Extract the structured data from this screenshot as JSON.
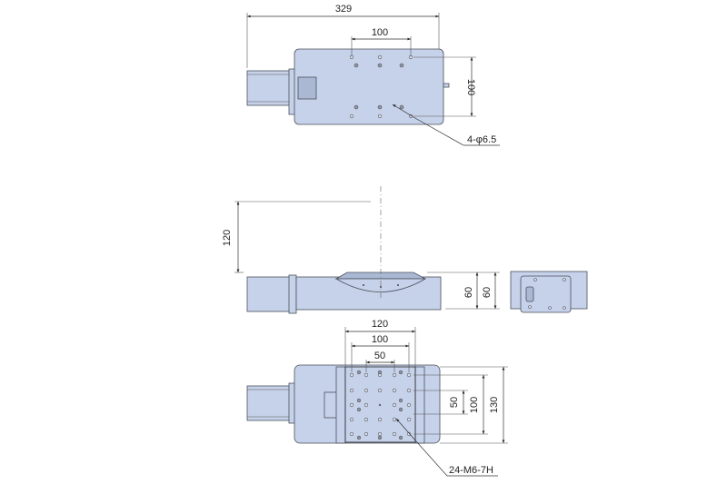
{
  "top_view": {
    "overall_length": "329",
    "hole_spacing_x": "100",
    "hole_spacing_y": "100",
    "hole_callout": "4-φ6.5"
  },
  "side_view": {
    "travel_height": "120",
    "height_a": "60",
    "height_b": "60"
  },
  "bottom_view": {
    "width_120": "120",
    "width_100": "100",
    "width_50": "50",
    "height_50": "50",
    "height_100": "100",
    "height_130": "130",
    "thread_callout": "24-M6-7H"
  }
}
